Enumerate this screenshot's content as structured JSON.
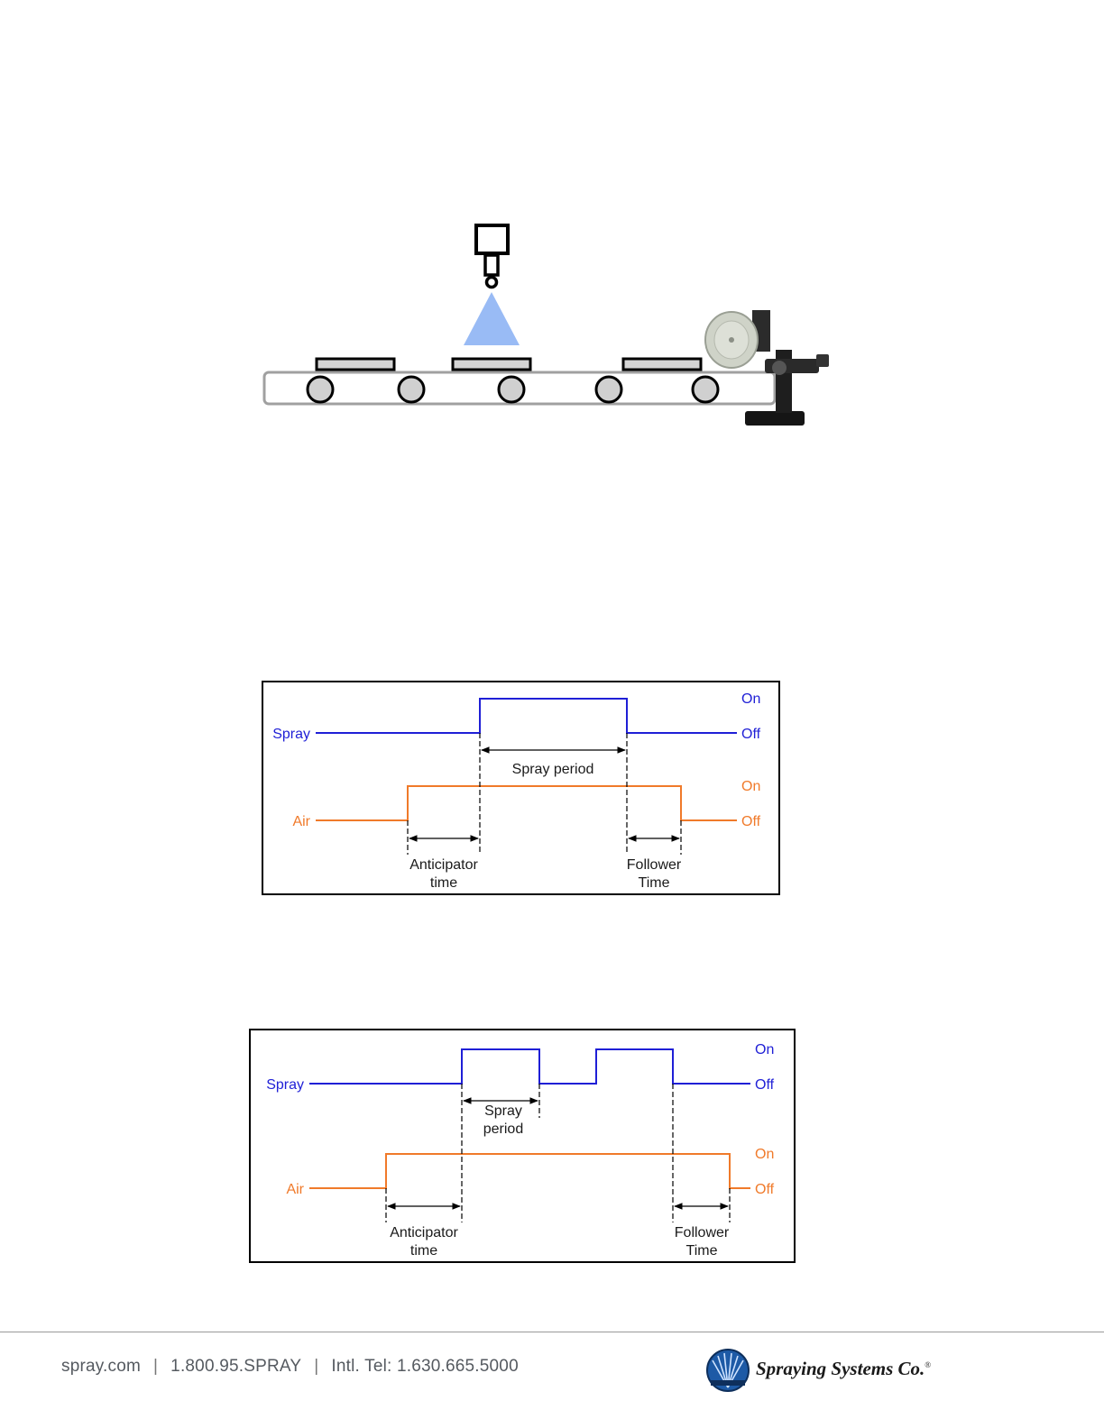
{
  "conveyor_figure": {
    "icons": [
      "spray-nozzle-icon",
      "spray-cone-icon",
      "conveyor-belt-icon",
      "roller-icon",
      "product-part-icon",
      "encoder-wheel-icon"
    ],
    "colors": {
      "spray_cone": "#99bbf5",
      "part_fill": "#d4d4d4",
      "roller_fill": "#d0d0d0"
    }
  },
  "timing_diagram_1": {
    "spray_label": "Spray",
    "air_label": "Air",
    "spray_on": "On",
    "spray_off": "Off",
    "air_on": "On",
    "air_off": "Off",
    "spray_period": "Spray period",
    "anticipator_line1": "Anticipator",
    "anticipator_line2": "time",
    "follower_line1": "Follower",
    "follower_line2": "Time"
  },
  "timing_diagram_2": {
    "spray_label": "Spray",
    "air_label": "Air",
    "spray_on": "On",
    "spray_off": "Off",
    "air_on": "On",
    "air_off": "Off",
    "spray_period_line1": "Spray",
    "spray_period_line2": "period",
    "anticipator_line1": "Anticipator",
    "anticipator_line2": "time",
    "follower_line1": "Follower",
    "follower_line2": "Time"
  },
  "colors": {
    "spray_signal": "#1f1fd6",
    "air_signal": "#f07a2a",
    "label_text": "#1a1a1a"
  },
  "footer": {
    "website": "spray.com",
    "separator": "|",
    "phone": "1.800.95.SPRAY",
    "intl": "Intl. Tel: 1.630.665.5000",
    "brand": "Spraying Systems Co.",
    "brand_mark": "®",
    "logo_icon": "spraying-systems-logo-icon"
  }
}
